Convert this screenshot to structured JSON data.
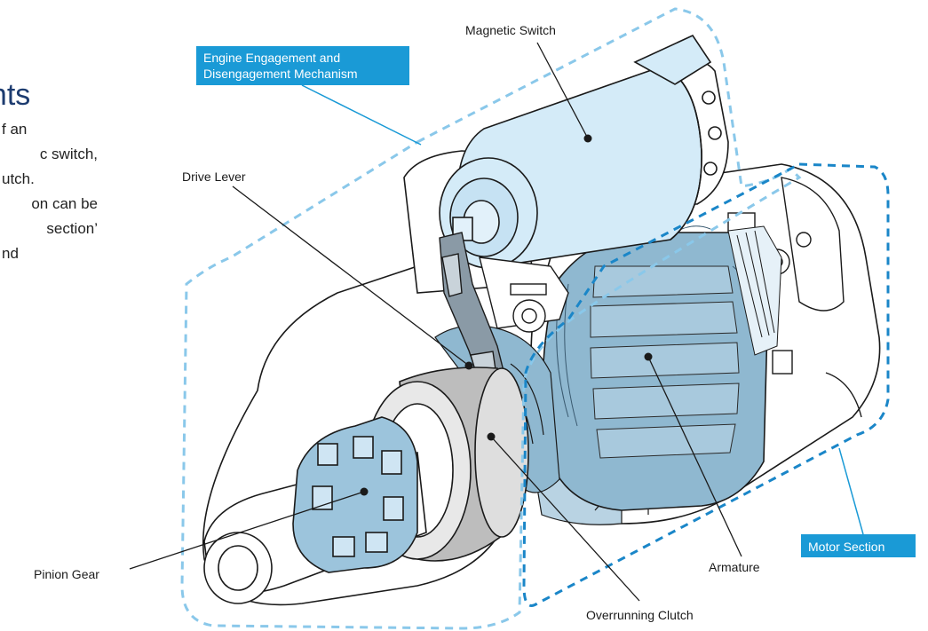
{
  "colors": {
    "accent": "#1a9ad6",
    "section_outline_light": "#8ac8ea",
    "section_outline_dark": "#1a86c8",
    "part_light_blue": "#d4ebf8",
    "part_mid_blue": "#8fb8d0",
    "title": "#1d3c70"
  },
  "title_fragment": "ents",
  "intro_lines": [
    "f an",
    "c switch,",
    "utch.",
    "on can be",
    "section’",
    "nd"
  ],
  "tags": {
    "engagement_line1": "Engine Engagement and",
    "engagement_line2": "Disengagement Mechanism",
    "motor": "Motor Section"
  },
  "labels": {
    "magnetic_switch": "Magnetic Switch",
    "drive_lever": "Drive Lever",
    "pinion_gear": "Pinion Gear",
    "armature": "Armature",
    "overrunning_clutch": "Overrunning Clutch"
  }
}
